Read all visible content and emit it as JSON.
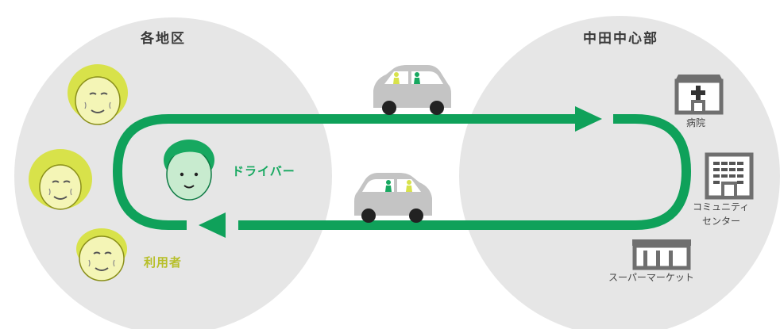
{
  "areas": {
    "local": {
      "title": "各地区"
    },
    "center": {
      "title": "中田中心部"
    }
  },
  "roles": {
    "driver": "ドライバー",
    "user": "利用者"
  },
  "facilities": {
    "hospital": "病院",
    "community_center_line1": "コミュニティ",
    "community_center_line2": "センター",
    "supermarket": "スーパーマーケット"
  },
  "icons": {
    "user_faces": "elderly-person-icon",
    "driver_face": "driver-person-icon",
    "car": "car-icon",
    "hospital": "hospital-icon",
    "community_center": "building-icon",
    "supermarket": "store-icon"
  },
  "colors": {
    "route_green": "#0fa15a",
    "driver_green": "#17a860",
    "driver_face_light": "#c8ebcf",
    "user_yellow": "#d8e24a",
    "user_face_light": "#f4f5b6",
    "area_circle": "#e6e6e6",
    "car_body": "#c4c4c4",
    "icon_gray": "#6f6f6f"
  }
}
